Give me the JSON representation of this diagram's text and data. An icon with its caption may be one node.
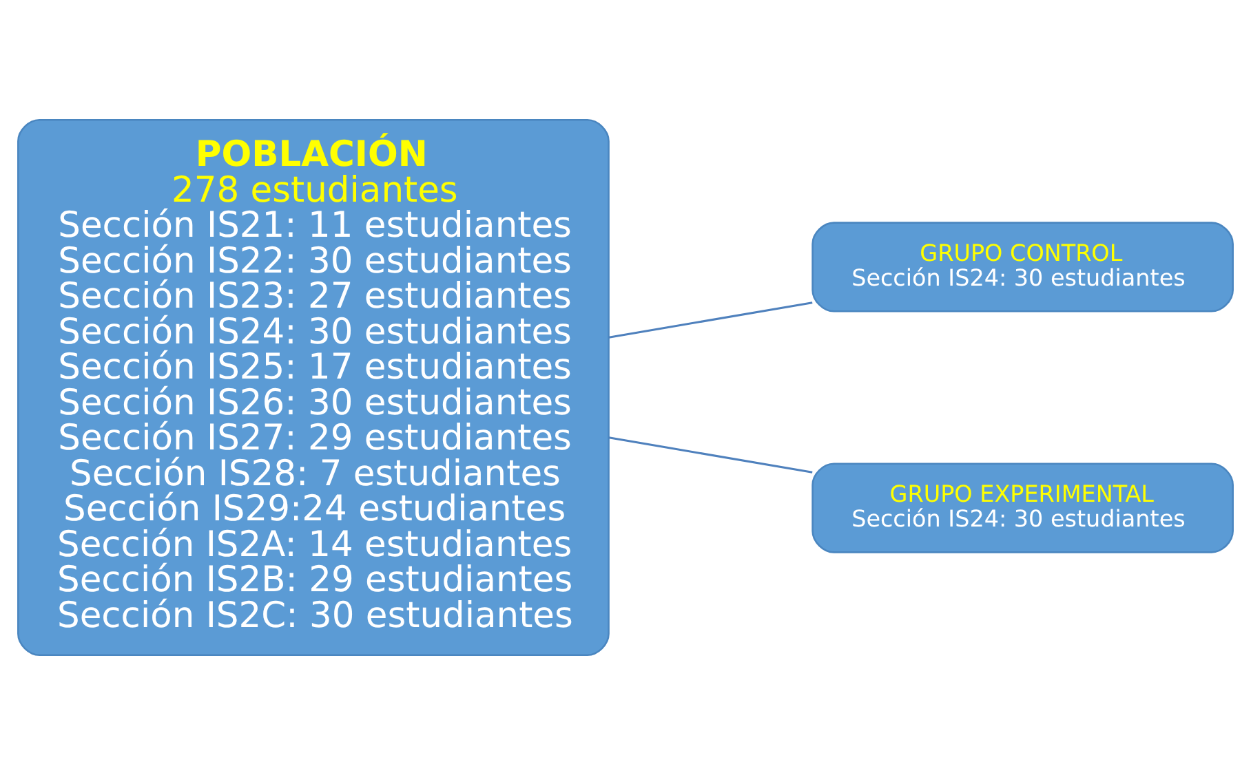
{
  "diagram": {
    "nodes": [
      {
        "text": [
          "POBLACIÓN",
          "278 estudiantes",
          "Sección IS21: 11 estudiantes",
          "Sección IS22: 30 estudiantes",
          "Sección IS23: 27 estudiantes",
          "Sección IS24: 30 estudiantes",
          "Sección IS25: 17 estudiantes",
          "Sección IS26: 30 estudiantes",
          "Sección IS27: 29 estudiantes",
          "Sección IS28: 7 estudiantes",
          "Sección IS29:24 estudiantes",
          "Sección IS2A: 14 estudiantes",
          "Sección IS2B: 29 estudiantes",
          "Sección IS2C: 30 estudiantes"
        ]
      },
      {
        "text": [
          "GRUPO CONTROL",
          "Sección IS24: 30 estudiantes"
        ]
      },
      {
        "text": [
          "GRUPO EXPERIMENTAL",
          "Sección IS24: 30 estudiantes"
        ]
      }
    ],
    "edges": [
      {
        "from": 0,
        "to": 1,
        "arrow": "none"
      },
      {
        "from": 0,
        "to": 2,
        "arrow": "none"
      }
    ]
  }
}
